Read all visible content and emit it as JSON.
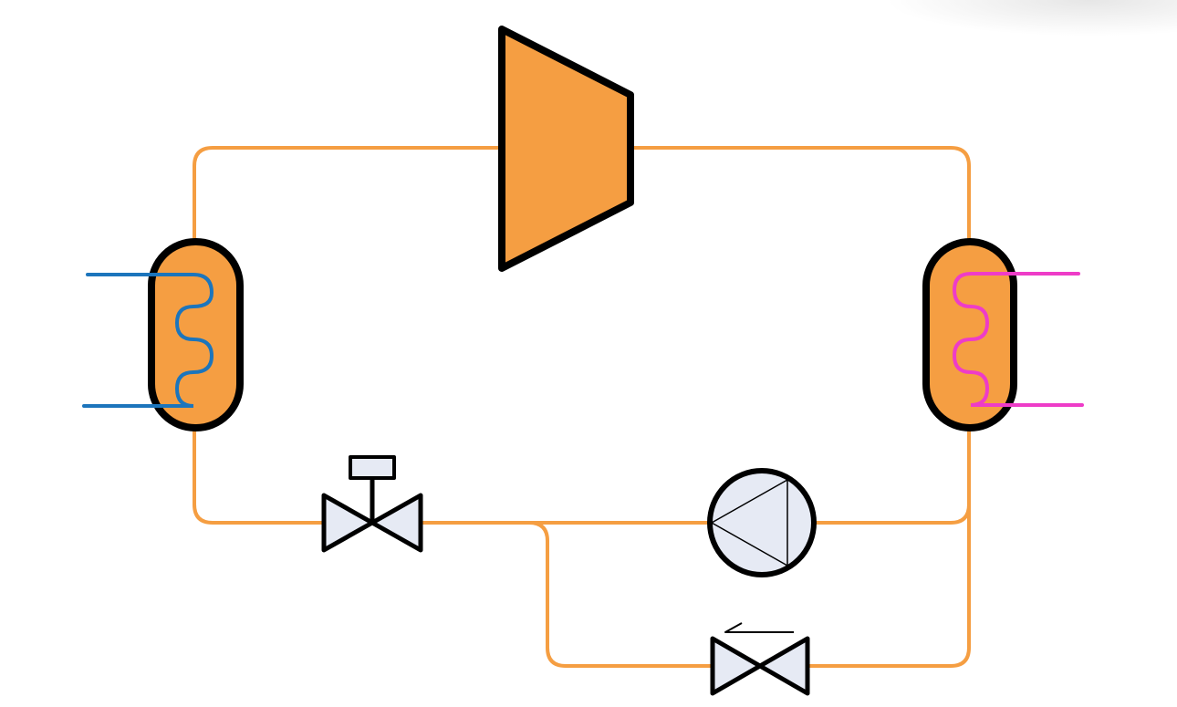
{
  "colors": {
    "pipe": "#F59E42",
    "component_fill": "#F59E42",
    "outline": "#000000",
    "valve_fill": "#E6EAF4",
    "cold_coil": "#1C75BC",
    "hot_coil": "#EE3CC8",
    "background": "#FFFFFF"
  },
  "components": [
    {
      "id": "compressor",
      "icon": "compressor-icon"
    },
    {
      "id": "evaporator",
      "icon": "heat-exchanger-icon"
    },
    {
      "id": "condenser",
      "icon": "heat-exchanger-icon"
    },
    {
      "id": "expansion-valve",
      "icon": "control-valve-icon"
    },
    {
      "id": "pump",
      "icon": "pump-icon"
    },
    {
      "id": "check-valve",
      "icon": "valve-icon"
    }
  ]
}
